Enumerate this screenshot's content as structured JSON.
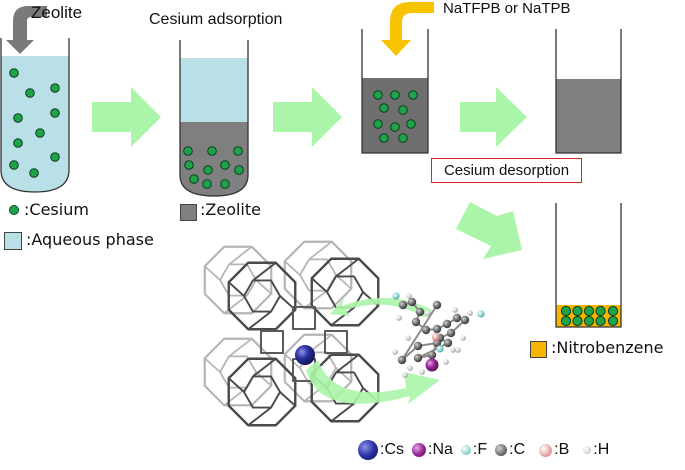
{
  "steps": {
    "zeolite_label": "Zeolite",
    "adsorption_label": "Cesium adsorption",
    "reagent_label": "NaTFPB or NaTPB",
    "desorption_label": "Cesium desorption"
  },
  "legend": {
    "cesium": ":Cesium",
    "zeolite": ":Zeolite",
    "aqueous": ":Aqueous phase",
    "nitrobenzene": ":Nitrobenzene"
  },
  "atom_legend": [
    {
      "symbol": ":Cs",
      "name": "cesium-atom",
      "color": "#2a2f8f"
    },
    {
      "symbol": ":Na",
      "name": "sodium-atom",
      "color": "#9b2a9b"
    },
    {
      "symbol": ":F",
      "name": "fluorine-atom",
      "color": "#8fd6d6"
    },
    {
      "symbol": ":C",
      "name": "carbon-atom",
      "color": "#6e6e6e"
    },
    {
      "symbol": ":B",
      "name": "boron-atom",
      "color": "#e6a3a3"
    },
    {
      "symbol": ":H",
      "name": "hydrogen-atom",
      "color": "#d8d8d8"
    }
  ],
  "colors": {
    "aqueous": "#b8e0e6",
    "zeolite": "#7f7f7f",
    "cesium": "#1fa34a",
    "nitrobenzene": "#f7b500",
    "process_arrow": "#aaf5aa",
    "zeolite_arrow": "#7a7a7a",
    "reagent_arrow": "#f7c200",
    "desorption_border": "#d9262b"
  }
}
